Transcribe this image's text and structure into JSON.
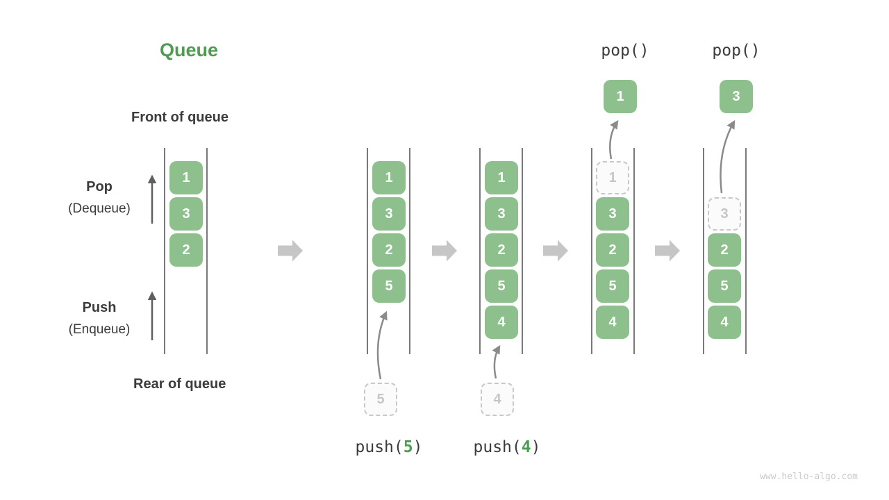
{
  "title": "Queue",
  "labels": {
    "front_of_queue": "Front of queue",
    "rear_of_queue": "Rear of queue",
    "pop": "Pop",
    "pop_alias": "(Dequeue)",
    "push": "Push",
    "push_alias": "(Enqueue)"
  },
  "queues": [
    {
      "cells": [
        "1",
        "3",
        "2"
      ]
    },
    {
      "cells": [
        "1",
        "3",
        "2",
        "5"
      ],
      "staged": "5",
      "op": {
        "prefix": "push(",
        "arg": "5",
        "suffix": ")"
      }
    },
    {
      "cells": [
        "1",
        "3",
        "2",
        "5",
        "4"
      ],
      "staged": "4",
      "op": {
        "prefix": "push(",
        "arg": "4",
        "suffix": ")"
      }
    },
    {
      "cells": [
        "3",
        "2",
        "5",
        "4"
      ],
      "ghost": "1",
      "popped": "1",
      "op_label": "pop()"
    },
    {
      "cells": [
        "2",
        "5",
        "4"
      ],
      "ghost": "3",
      "popped": "3",
      "op_label": "pop()"
    }
  ],
  "watermark": "www.hello-algo.com",
  "colors": {
    "box_green": "#8dc08d",
    "title_green": "#4e9b52",
    "code_arg_green": "#4e9b52",
    "text_dark": "#3b3b3b",
    "ghost_border": "#c8c8c8",
    "ghost_text": "#c6c6c6",
    "ghost_fill": "#fbfbfb",
    "wall_gray": "#4d4d4d",
    "block_arrow_gray": "#c6c6c6",
    "trajectory_gray": "#8a8a8a",
    "watermark_gray": "#cbcbcb"
  }
}
